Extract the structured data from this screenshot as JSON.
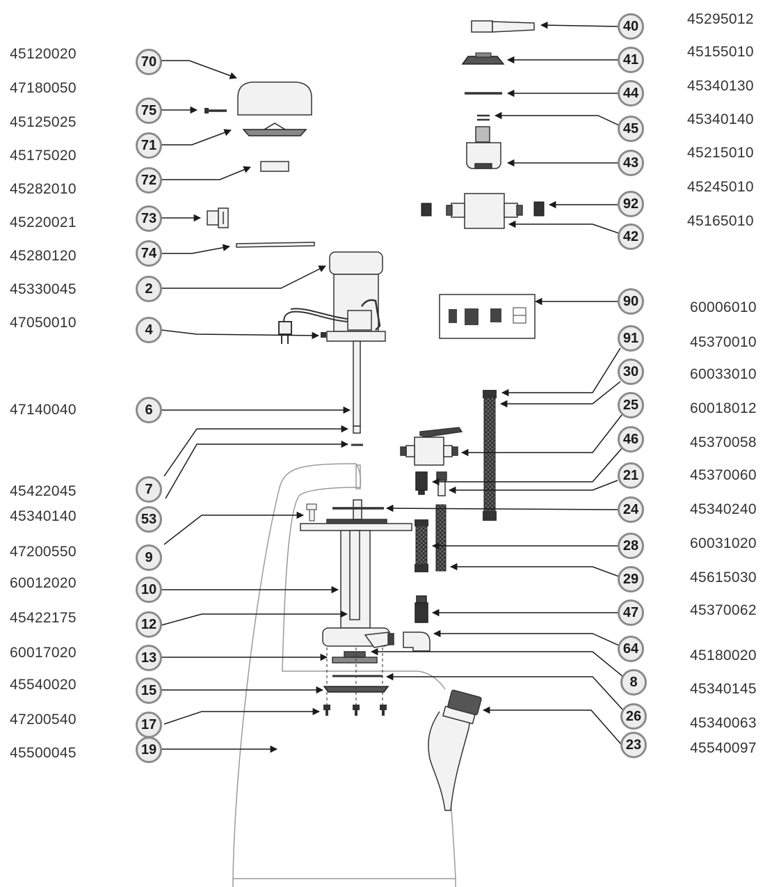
{
  "left_codes": [
    {
      "id": "l0",
      "text": "45120020"
    },
    {
      "id": "l1",
      "text": "47180050"
    },
    {
      "id": "l2",
      "text": "45125025"
    },
    {
      "id": "l3",
      "text": "45175020"
    },
    {
      "id": "l4",
      "text": "45282010"
    },
    {
      "id": "l5",
      "text": "45220021"
    },
    {
      "id": "l6",
      "text": "45280120"
    },
    {
      "id": "l7",
      "text": "45330045"
    },
    {
      "id": "l8",
      "text": "47050010"
    },
    {
      "id": "l9",
      "text": "47140040"
    },
    {
      "id": "l10",
      "text": "45422045"
    },
    {
      "id": "l11",
      "text": "45340140"
    },
    {
      "id": "l12",
      "text": "47200550"
    },
    {
      "id": "l13",
      "text": "60012020"
    },
    {
      "id": "l14",
      "text": "45422175"
    },
    {
      "id": "l15",
      "text": "60017020"
    },
    {
      "id": "l16",
      "text": "45540020"
    },
    {
      "id": "l17",
      "text": "47200540"
    },
    {
      "id": "l18",
      "text": "45500045"
    }
  ],
  "right_codes": [
    {
      "id": "r0",
      "text": "45295012"
    },
    {
      "id": "r1",
      "text": "45155010"
    },
    {
      "id": "r2",
      "text": "45340130"
    },
    {
      "id": "r3",
      "text": "45340140"
    },
    {
      "id": "r4",
      "text": "45215010"
    },
    {
      "id": "r5",
      "text": "45245010"
    },
    {
      "id": "r6",
      "text": "45165010"
    },
    {
      "id": "r7",
      "text": "60006010"
    },
    {
      "id": "r8",
      "text": "45370010"
    },
    {
      "id": "r9",
      "text": "60033010"
    },
    {
      "id": "r10",
      "text": "60018012"
    },
    {
      "id": "r11",
      "text": "45370058"
    },
    {
      "id": "r12",
      "text": "45370060"
    },
    {
      "id": "r13",
      "text": "45340240"
    },
    {
      "id": "r14",
      "text": "60031020"
    },
    {
      "id": "r15",
      "text": "45615030"
    },
    {
      "id": "r16",
      "text": "45370062"
    },
    {
      "id": "r17",
      "text": "45180020"
    },
    {
      "id": "r18",
      "text": "45340145"
    },
    {
      "id": "r19",
      "text": "45340063"
    },
    {
      "id": "r20",
      "text": "45540097"
    }
  ],
  "left_callouts": [
    {
      "id": "c70",
      "text": "70"
    },
    {
      "id": "c75",
      "text": "75"
    },
    {
      "id": "c71",
      "text": "71"
    },
    {
      "id": "c72",
      "text": "72"
    },
    {
      "id": "c73",
      "text": "73"
    },
    {
      "id": "c74",
      "text": "74"
    },
    {
      "id": "c2",
      "text": "2"
    },
    {
      "id": "c4",
      "text": "4"
    },
    {
      "id": "c6",
      "text": "6"
    },
    {
      "id": "c7",
      "text": "7"
    },
    {
      "id": "c53",
      "text": "53"
    },
    {
      "id": "c9",
      "text": "9"
    },
    {
      "id": "c10",
      "text": "10"
    },
    {
      "id": "c12",
      "text": "12"
    },
    {
      "id": "c13",
      "text": "13"
    },
    {
      "id": "c15",
      "text": "15"
    },
    {
      "id": "c17",
      "text": "17"
    },
    {
      "id": "c19",
      "text": "19"
    }
  ],
  "right_callouts": [
    {
      "id": "c40",
      "text": "40"
    },
    {
      "id": "c41",
      "text": "41"
    },
    {
      "id": "c44",
      "text": "44"
    },
    {
      "id": "c45",
      "text": "45"
    },
    {
      "id": "c43",
      "text": "43"
    },
    {
      "id": "c92",
      "text": "92"
    },
    {
      "id": "c42",
      "text": "42"
    },
    {
      "id": "c90",
      "text": "90"
    },
    {
      "id": "c91",
      "text": "91"
    },
    {
      "id": "c30",
      "text": "30"
    },
    {
      "id": "c25",
      "text": "25"
    },
    {
      "id": "c46",
      "text": "46"
    },
    {
      "id": "c21",
      "text": "21"
    },
    {
      "id": "c24",
      "text": "24"
    },
    {
      "id": "c28",
      "text": "28"
    },
    {
      "id": "c29",
      "text": "29"
    },
    {
      "id": "c47",
      "text": "47"
    },
    {
      "id": "c64",
      "text": "64"
    },
    {
      "id": "c8",
      "text": "8"
    },
    {
      "id": "c26",
      "text": "26"
    },
    {
      "id": "c23",
      "text": "23"
    }
  ],
  "colors": {
    "line": "#1a1a1a",
    "part_fill": "#f2f2f2",
    "part_stroke": "#333333",
    "callout_ring": "#8a8a8a",
    "callout_fill": "#ececec",
    "tank_outline": "#9a9a9a",
    "text": "#333333"
  }
}
